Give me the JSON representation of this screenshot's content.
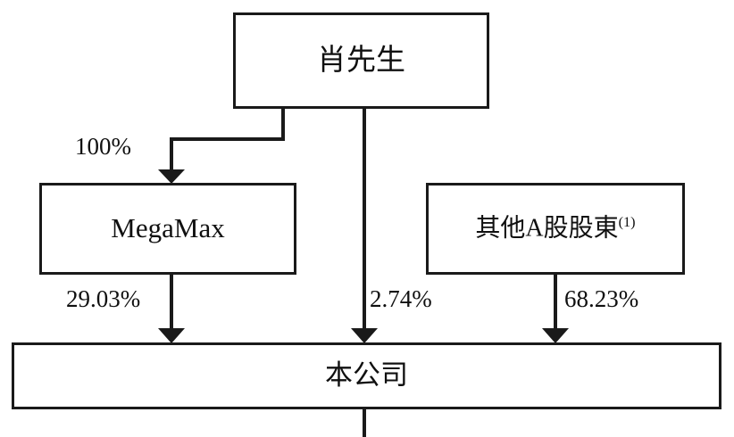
{
  "diagram": {
    "title": "",
    "type": "ownership-structure-chart",
    "colors": {
      "background": "#ffffff",
      "box_border": "#1a1a1a",
      "connector": "#1a1a1a",
      "text": "#101010"
    },
    "nodes": [
      {
        "id": "top",
        "label": "肖先生",
        "superscript": ""
      },
      {
        "id": "megamax",
        "label": "MegaMax",
        "superscript": ""
      },
      {
        "id": "other",
        "label": "其他A股股東",
        "superscript": "(1)"
      },
      {
        "id": "company",
        "label": "本公司",
        "superscript": ""
      }
    ],
    "edges": [
      {
        "id": "top-to-megamax",
        "from": "top",
        "to": "megamax",
        "label": "100%"
      },
      {
        "id": "megamax-to-company",
        "from": "megamax",
        "to": "company",
        "label": "29.03%"
      },
      {
        "id": "top-to-company",
        "from": "top",
        "to": "company",
        "label": "2.74%"
      },
      {
        "id": "other-to-company",
        "from": "other",
        "to": "company",
        "label": "68.23%"
      },
      {
        "id": "company-downstream",
        "from": "company",
        "to": "",
        "label": ""
      }
    ]
  }
}
